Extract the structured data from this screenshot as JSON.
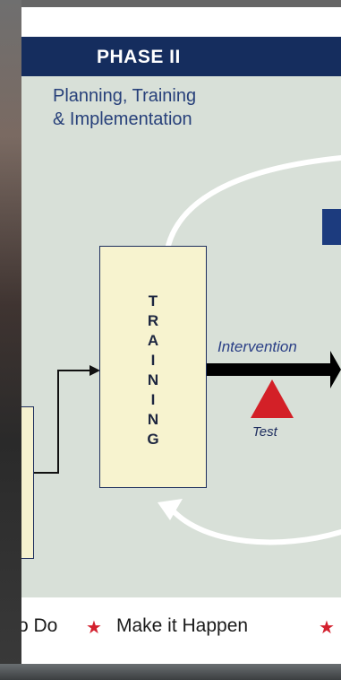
{
  "header": {
    "title": "PHASE II"
  },
  "subtitle": {
    "line1": "Planning, Training",
    "line2": "& Implementation"
  },
  "training": {
    "letters": [
      "T",
      "R",
      "A",
      "I",
      "N",
      "I",
      "N",
      "G"
    ]
  },
  "labels": {
    "intervention": "Intervention",
    "test": "Test"
  },
  "footer": {
    "item1": "o Do",
    "item2": "Make it Happen",
    "star": "★"
  },
  "colors": {
    "header": "#152d5e",
    "accent_blue": "#1c3b7e",
    "test_red": "#d32027",
    "panel": "#d8e0d8",
    "box_fill": "#f7f3cf"
  }
}
